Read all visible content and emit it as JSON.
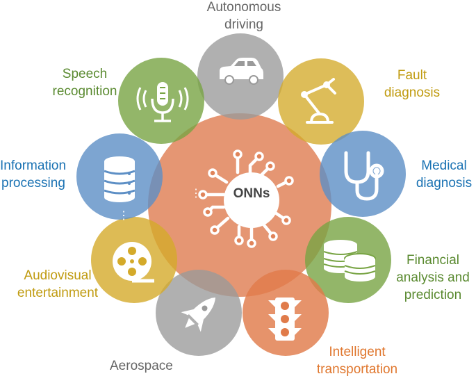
{
  "center": {
    "label": "ONNs",
    "color": "#e0845a",
    "ellipsis": "⋮"
  },
  "applications": [
    {
      "id": "autonomous-driving",
      "lines": [
        "Autonomous",
        "driving"
      ],
      "color": "#9a9a9a",
      "text_color": "#666666",
      "icon": "car-icon"
    },
    {
      "id": "fault-diagnosis",
      "lines": [
        "Fault",
        "diagnosis"
      ],
      "color": "#d4aa2a",
      "text_color": "#c09b10",
      "icon": "robot-arm-icon"
    },
    {
      "id": "medical-diagnosis",
      "lines": [
        "Medical",
        "diagnosis"
      ],
      "color": "#5d8fc5",
      "text_color": "#1a72b3",
      "icon": "stethoscope-icon"
    },
    {
      "id": "financial-analysis",
      "lines": [
        "Financial",
        "analysis and",
        "prediction"
      ],
      "color": "#78a444",
      "text_color": "#5a8a30",
      "icon": "coins-icon"
    },
    {
      "id": "intelligent-transportation",
      "lines": [
        "Intelligent",
        "transportation"
      ],
      "color": "#e07b4a",
      "text_color": "#e0772e",
      "icon": "traffic-light-icon"
    },
    {
      "id": "aerospace",
      "lines": [
        "Aerospace"
      ],
      "color": "#9a9a9a",
      "text_color": "#666666",
      "icon": "rocket-icon"
    },
    {
      "id": "audiovisual-entertainment",
      "lines": [
        "Audiovisual",
        "entertainment"
      ],
      "color": "#d4aa2a",
      "text_color": "#c09b10",
      "icon": "film-reel-icon"
    },
    {
      "id": "information-processing",
      "lines": [
        "Information",
        "processing"
      ],
      "color": "#5d8fc5",
      "text_color": "#1a72b3",
      "icon": "database-icon"
    },
    {
      "id": "speech-recognition",
      "lines": [
        "Speech",
        "recognition"
      ],
      "color": "#78a444",
      "text_color": "#5a8a30",
      "icon": "microphone-icon"
    }
  ],
  "ellipsis": "⋮"
}
